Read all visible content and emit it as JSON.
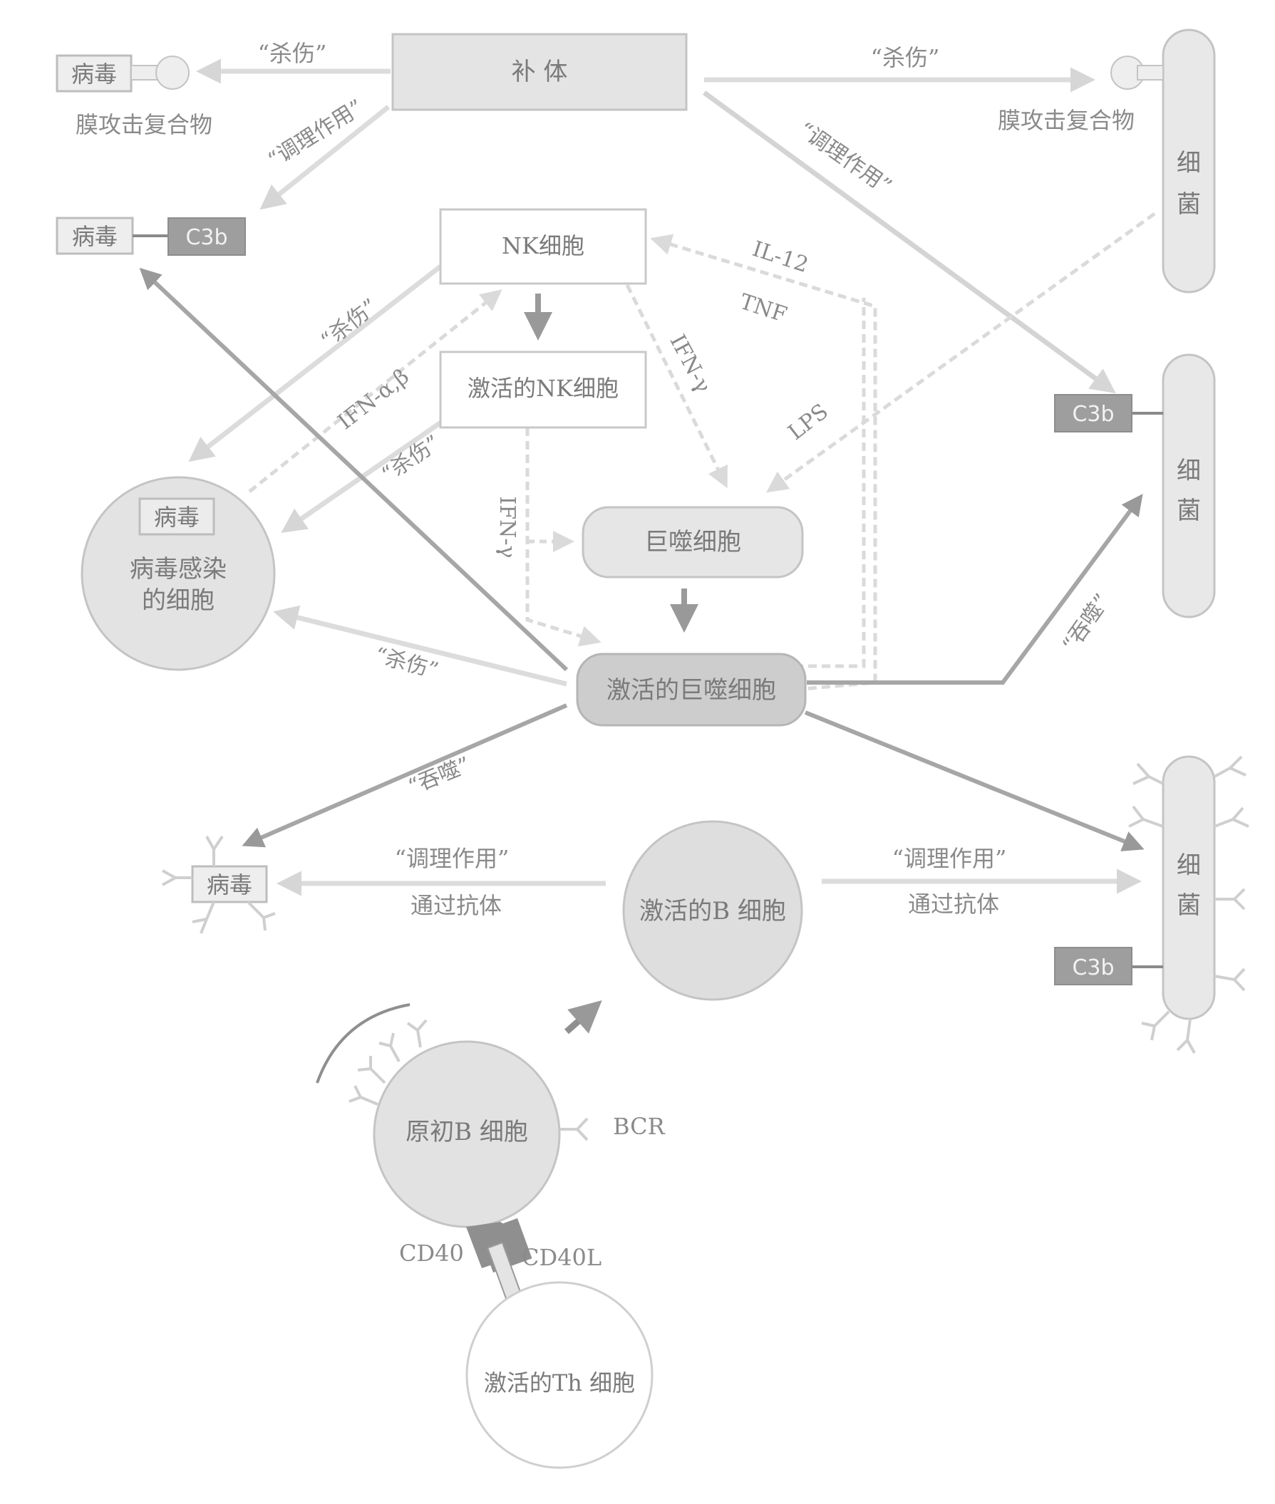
{
  "colors": {
    "light_fill": "#e2e2e2",
    "mid_fill": "#cfcfcf",
    "dark_fill": "#bdbdbd",
    "dark_box": "#9e9e9e",
    "stroke": "#b5b5b5",
    "dark_arrow": "#9a9a9a",
    "light_arrow": "#d9d9d9",
    "text": "#8a8a8a"
  },
  "nodes": {
    "complement": "补 体",
    "nk_cell": "NK细胞",
    "activated_nk_cell": "激活的NK细胞",
    "macrophage": "巨噬细胞",
    "activated_macrophage": "激活的巨噬细胞",
    "infected_cell_virus": "病毒",
    "infected_cell_line1": "病毒感染",
    "infected_cell_line2": "的细胞",
    "activated_b_cell": "激活的B 细胞",
    "naive_b_cell": "原初B 细胞",
    "activated_th_cell": "激活的Th 细胞"
  },
  "virus_label": "病毒",
  "bacteria_label": [
    "细",
    "菌"
  ],
  "c3b_label": "C3b",
  "mac_label": "膜攻击复合物",
  "edge_labels": {
    "kill_top_left": "“杀伤”",
    "kill_top_right": "“杀伤”",
    "opsonization_top_left": "“调理作用”",
    "opsonization_top_right": "“调理作用”",
    "il12": "IL-12",
    "tnf": "TNF",
    "lps": "LPS",
    "ifn_gamma_1": "IFN-γ",
    "ifn_gamma_2": "IFN-γ",
    "ifn_ab": "IFN-α,β",
    "kill_nk": "“杀伤”",
    "kill_nk2": "“杀伤”",
    "kill_macrophage": "“杀伤”",
    "phagocytose_right": "“吞噬”",
    "phagocytose_left": "“吞噬”",
    "opsonization_ab_left_1": "“调理作用”",
    "opsonization_ab_left_2": "通过抗体",
    "opsonization_ab_right_1": "“调理作用”",
    "opsonization_ab_right_2": "通过抗体"
  },
  "receptor_labels": {
    "bcr": "BCR",
    "cd40": "CD40",
    "cd40l": "CD40L"
  }
}
